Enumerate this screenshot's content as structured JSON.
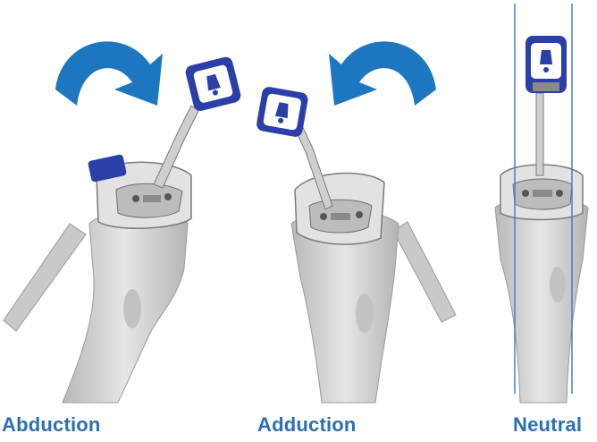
{
  "labels": {
    "abduction": "Abduction",
    "adduction": "Adduction",
    "neutral": "Neutral"
  },
  "colors": {
    "label_blue": "#2b6fb4",
    "arrow_blue": "#1d77c0",
    "device_blue": "#2a3fa8",
    "bone_gray": "#d4d4d4",
    "guide_line": "#4a7fc0"
  },
  "icons": [
    "curved-arrow-icon",
    "alignment-device-icon",
    "knee-bone-icon"
  ]
}
